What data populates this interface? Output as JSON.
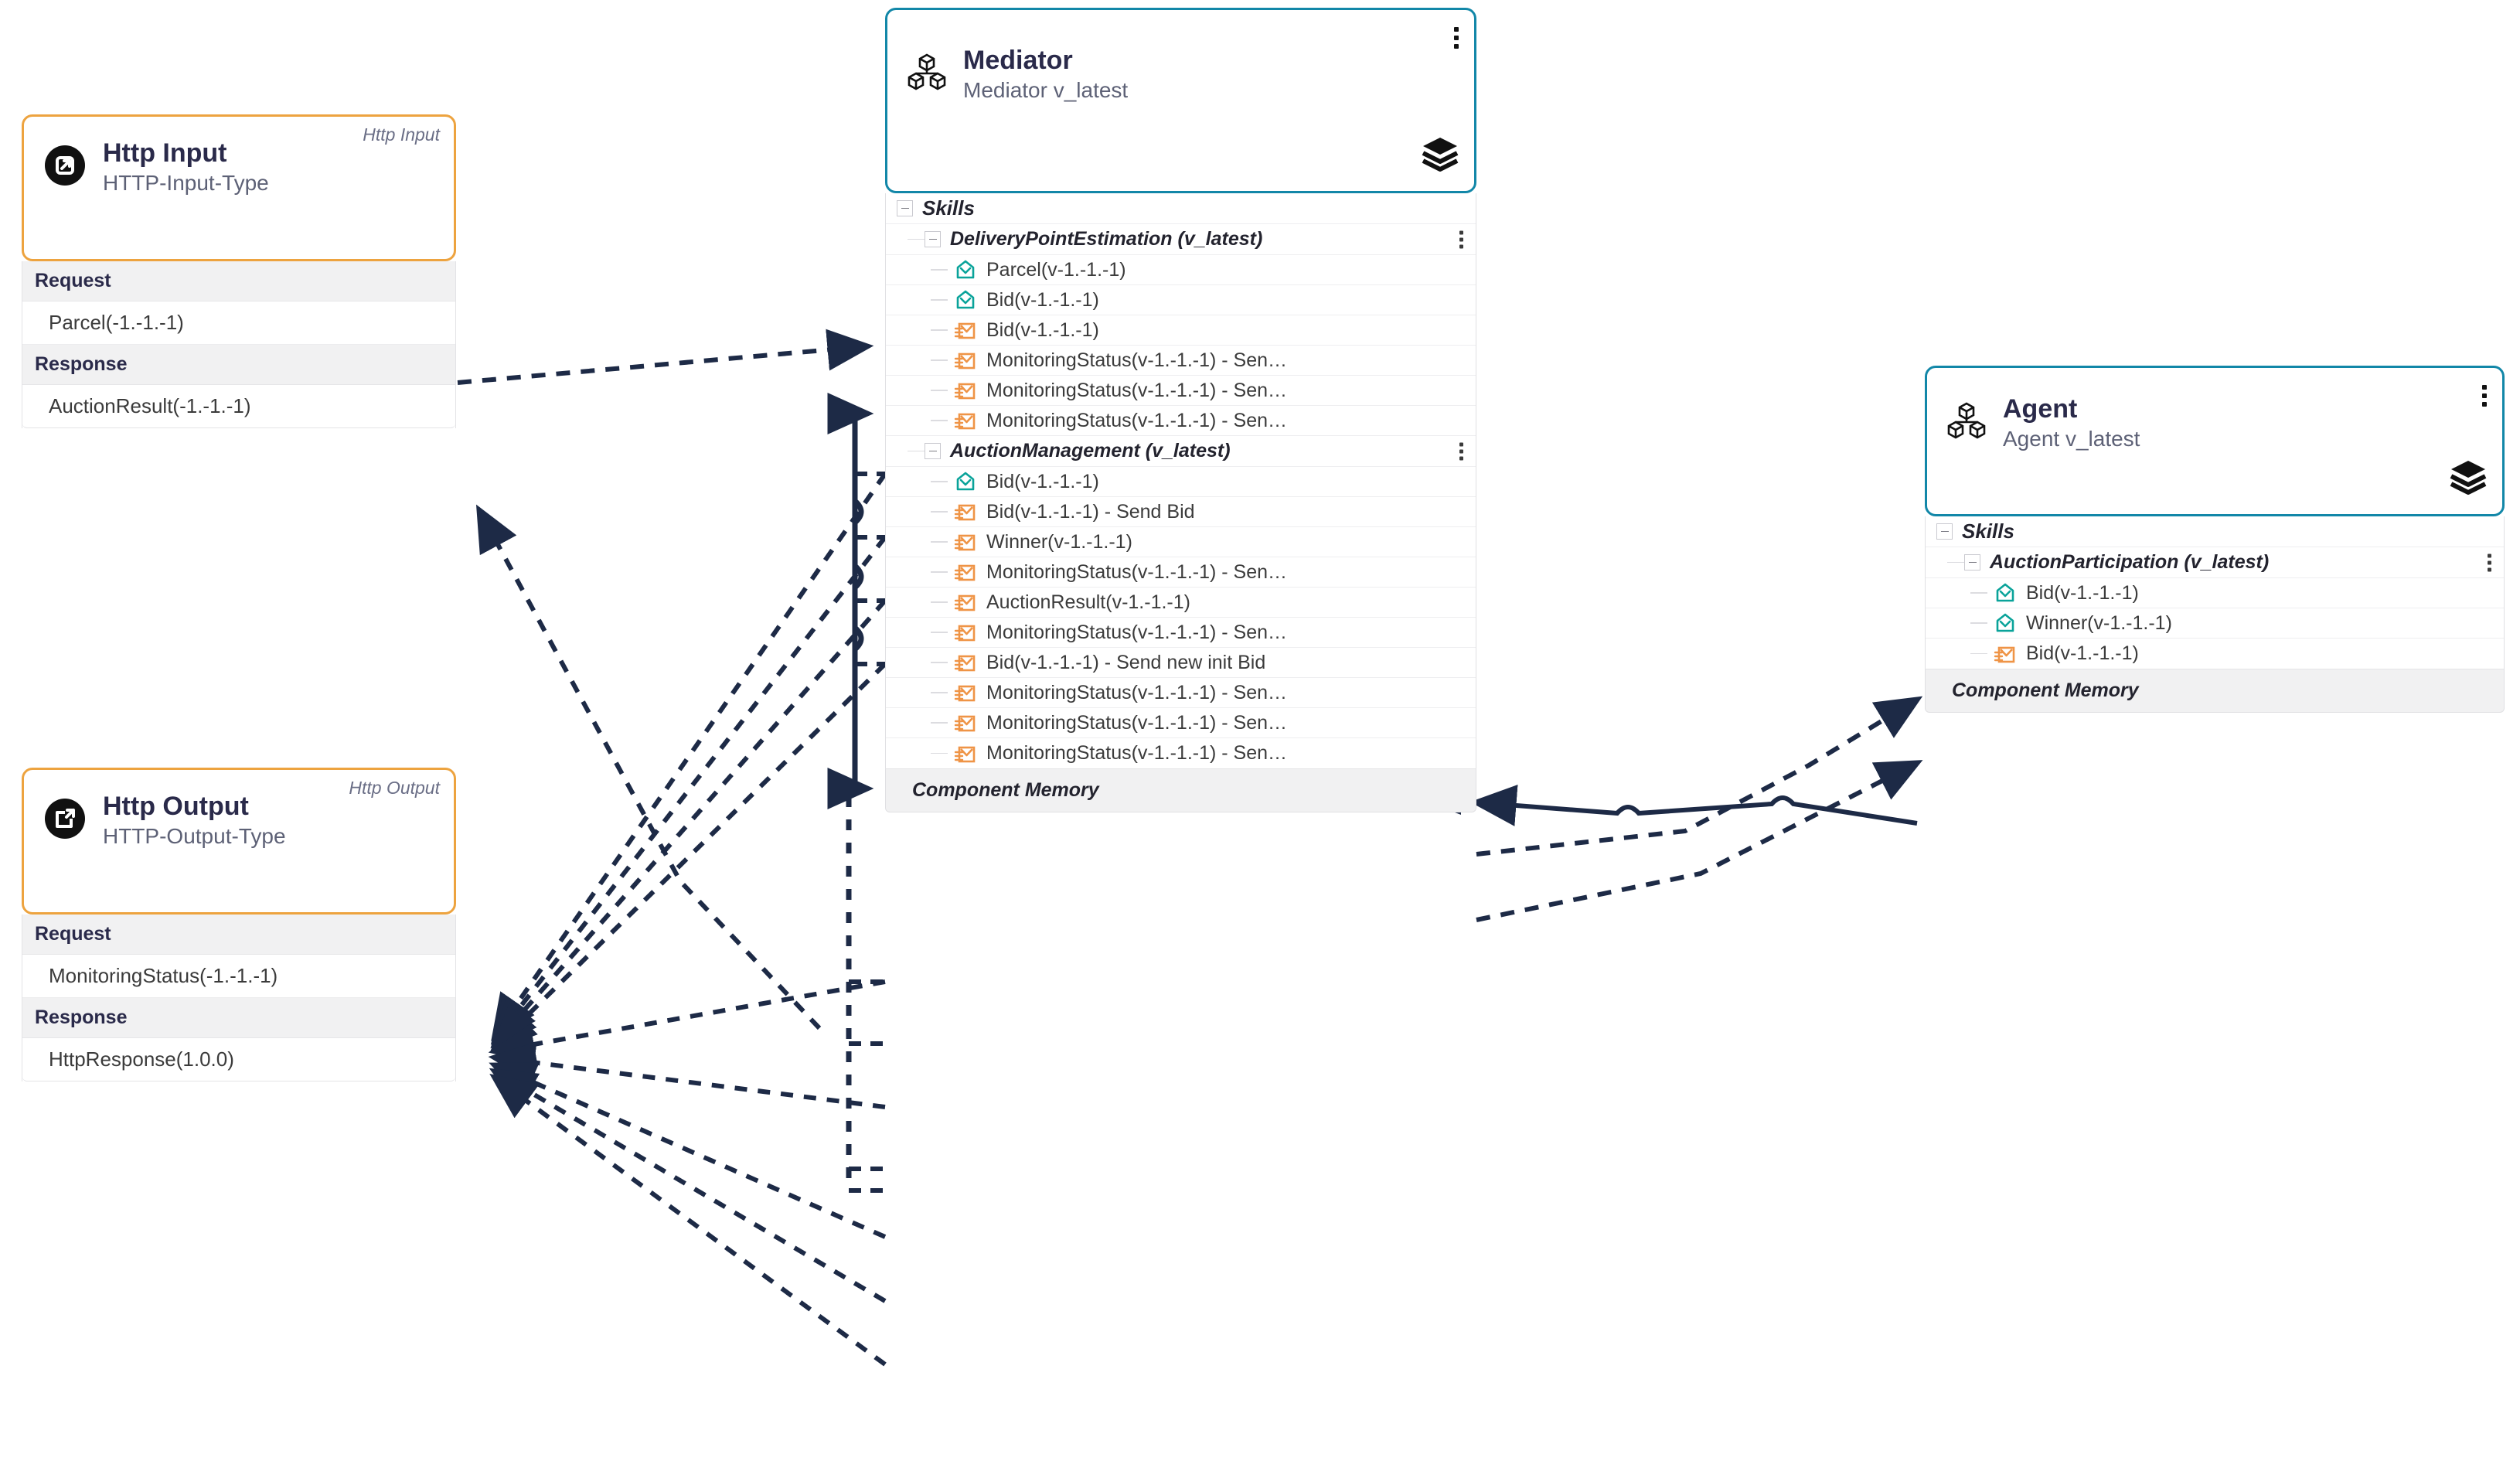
{
  "colors": {
    "accent_teal": "#1287a8",
    "accent_orange": "#eda33f",
    "icon_in_teal": "#0aa39a",
    "icon_out_orange": "#ef9446",
    "wire": "#1d2a46",
    "title_text": "#2a2a4a",
    "section_bg": "#f1f1f2"
  },
  "http_input": {
    "kind": "Http Input",
    "title": "Http Input",
    "subtitle": "HTTP-Input-Type",
    "icon": "http-input-icon",
    "sections": [
      {
        "label": "Request",
        "value": "Parcel(-1.-1.-1)"
      },
      {
        "label": "Response",
        "value": "AuctionResult(-1.-1.-1)"
      }
    ]
  },
  "http_output": {
    "kind": "Http Output",
    "title": "Http Output",
    "subtitle": "HTTP-Output-Type",
    "icon": "http-output-icon",
    "sections": [
      {
        "label": "Request",
        "value": "MonitoringStatus(-1.-1.-1)"
      },
      {
        "label": "Response",
        "value": "HttpResponse(1.0.0)"
      }
    ]
  },
  "mediator": {
    "title": "Mediator",
    "subtitle": "Mediator v_latest",
    "icon": "component-cubes-icon",
    "menu_icon": "kebab-menu-icon",
    "layers_icon": "layers-icon",
    "skills_label": "Skills",
    "memory_label": "Component Memory",
    "groups": [
      {
        "name": "DeliveryPointEstimation (v_latest)",
        "items": [
          {
            "dir": "in",
            "label": "Parcel(v-1.-1.-1)"
          },
          {
            "dir": "in",
            "label": "Bid(v-1.-1.-1)"
          },
          {
            "dir": "out",
            "label": "Bid(v-1.-1.-1)"
          },
          {
            "dir": "out",
            "label": "MonitoringStatus(v-1.-1.-1) - Sen…"
          },
          {
            "dir": "out",
            "label": "MonitoringStatus(v-1.-1.-1) - Sen…"
          },
          {
            "dir": "out",
            "label": "MonitoringStatus(v-1.-1.-1) - Sen…"
          }
        ]
      },
      {
        "name": "AuctionManagement (v_latest)",
        "items": [
          {
            "dir": "in",
            "label": "Bid(v-1.-1.-1)"
          },
          {
            "dir": "out",
            "label": "Bid(v-1.-1.-1) - Send Bid"
          },
          {
            "dir": "out",
            "label": "Winner(v-1.-1.-1)"
          },
          {
            "dir": "out",
            "label": "MonitoringStatus(v-1.-1.-1) - Sen…"
          },
          {
            "dir": "out",
            "label": "AuctionResult(v-1.-1.-1)"
          },
          {
            "dir": "out",
            "label": "MonitoringStatus(v-1.-1.-1) - Sen…"
          },
          {
            "dir": "out",
            "label": "Bid(v-1.-1.-1) - Send new init Bid"
          },
          {
            "dir": "out",
            "label": "MonitoringStatus(v-1.-1.-1) - Sen…"
          },
          {
            "dir": "out",
            "label": "MonitoringStatus(v-1.-1.-1) - Sen…"
          },
          {
            "dir": "out",
            "label": "MonitoringStatus(v-1.-1.-1) - Sen…"
          }
        ]
      }
    ]
  },
  "agent": {
    "title": "Agent",
    "subtitle": "Agent v_latest",
    "icon": "component-cubes-icon",
    "menu_icon": "kebab-menu-icon",
    "layers_icon": "layers-icon",
    "skills_label": "Skills",
    "memory_label": "Component Memory",
    "groups": [
      {
        "name": "AuctionParticipation (v_latest)",
        "items": [
          {
            "dir": "in",
            "label": "Bid(v-1.-1.-1)"
          },
          {
            "dir": "in",
            "label": "Winner(v-1.-1.-1)"
          },
          {
            "dir": "out",
            "label": "Bid(v-1.-1.-1)"
          }
        ]
      }
    ]
  }
}
